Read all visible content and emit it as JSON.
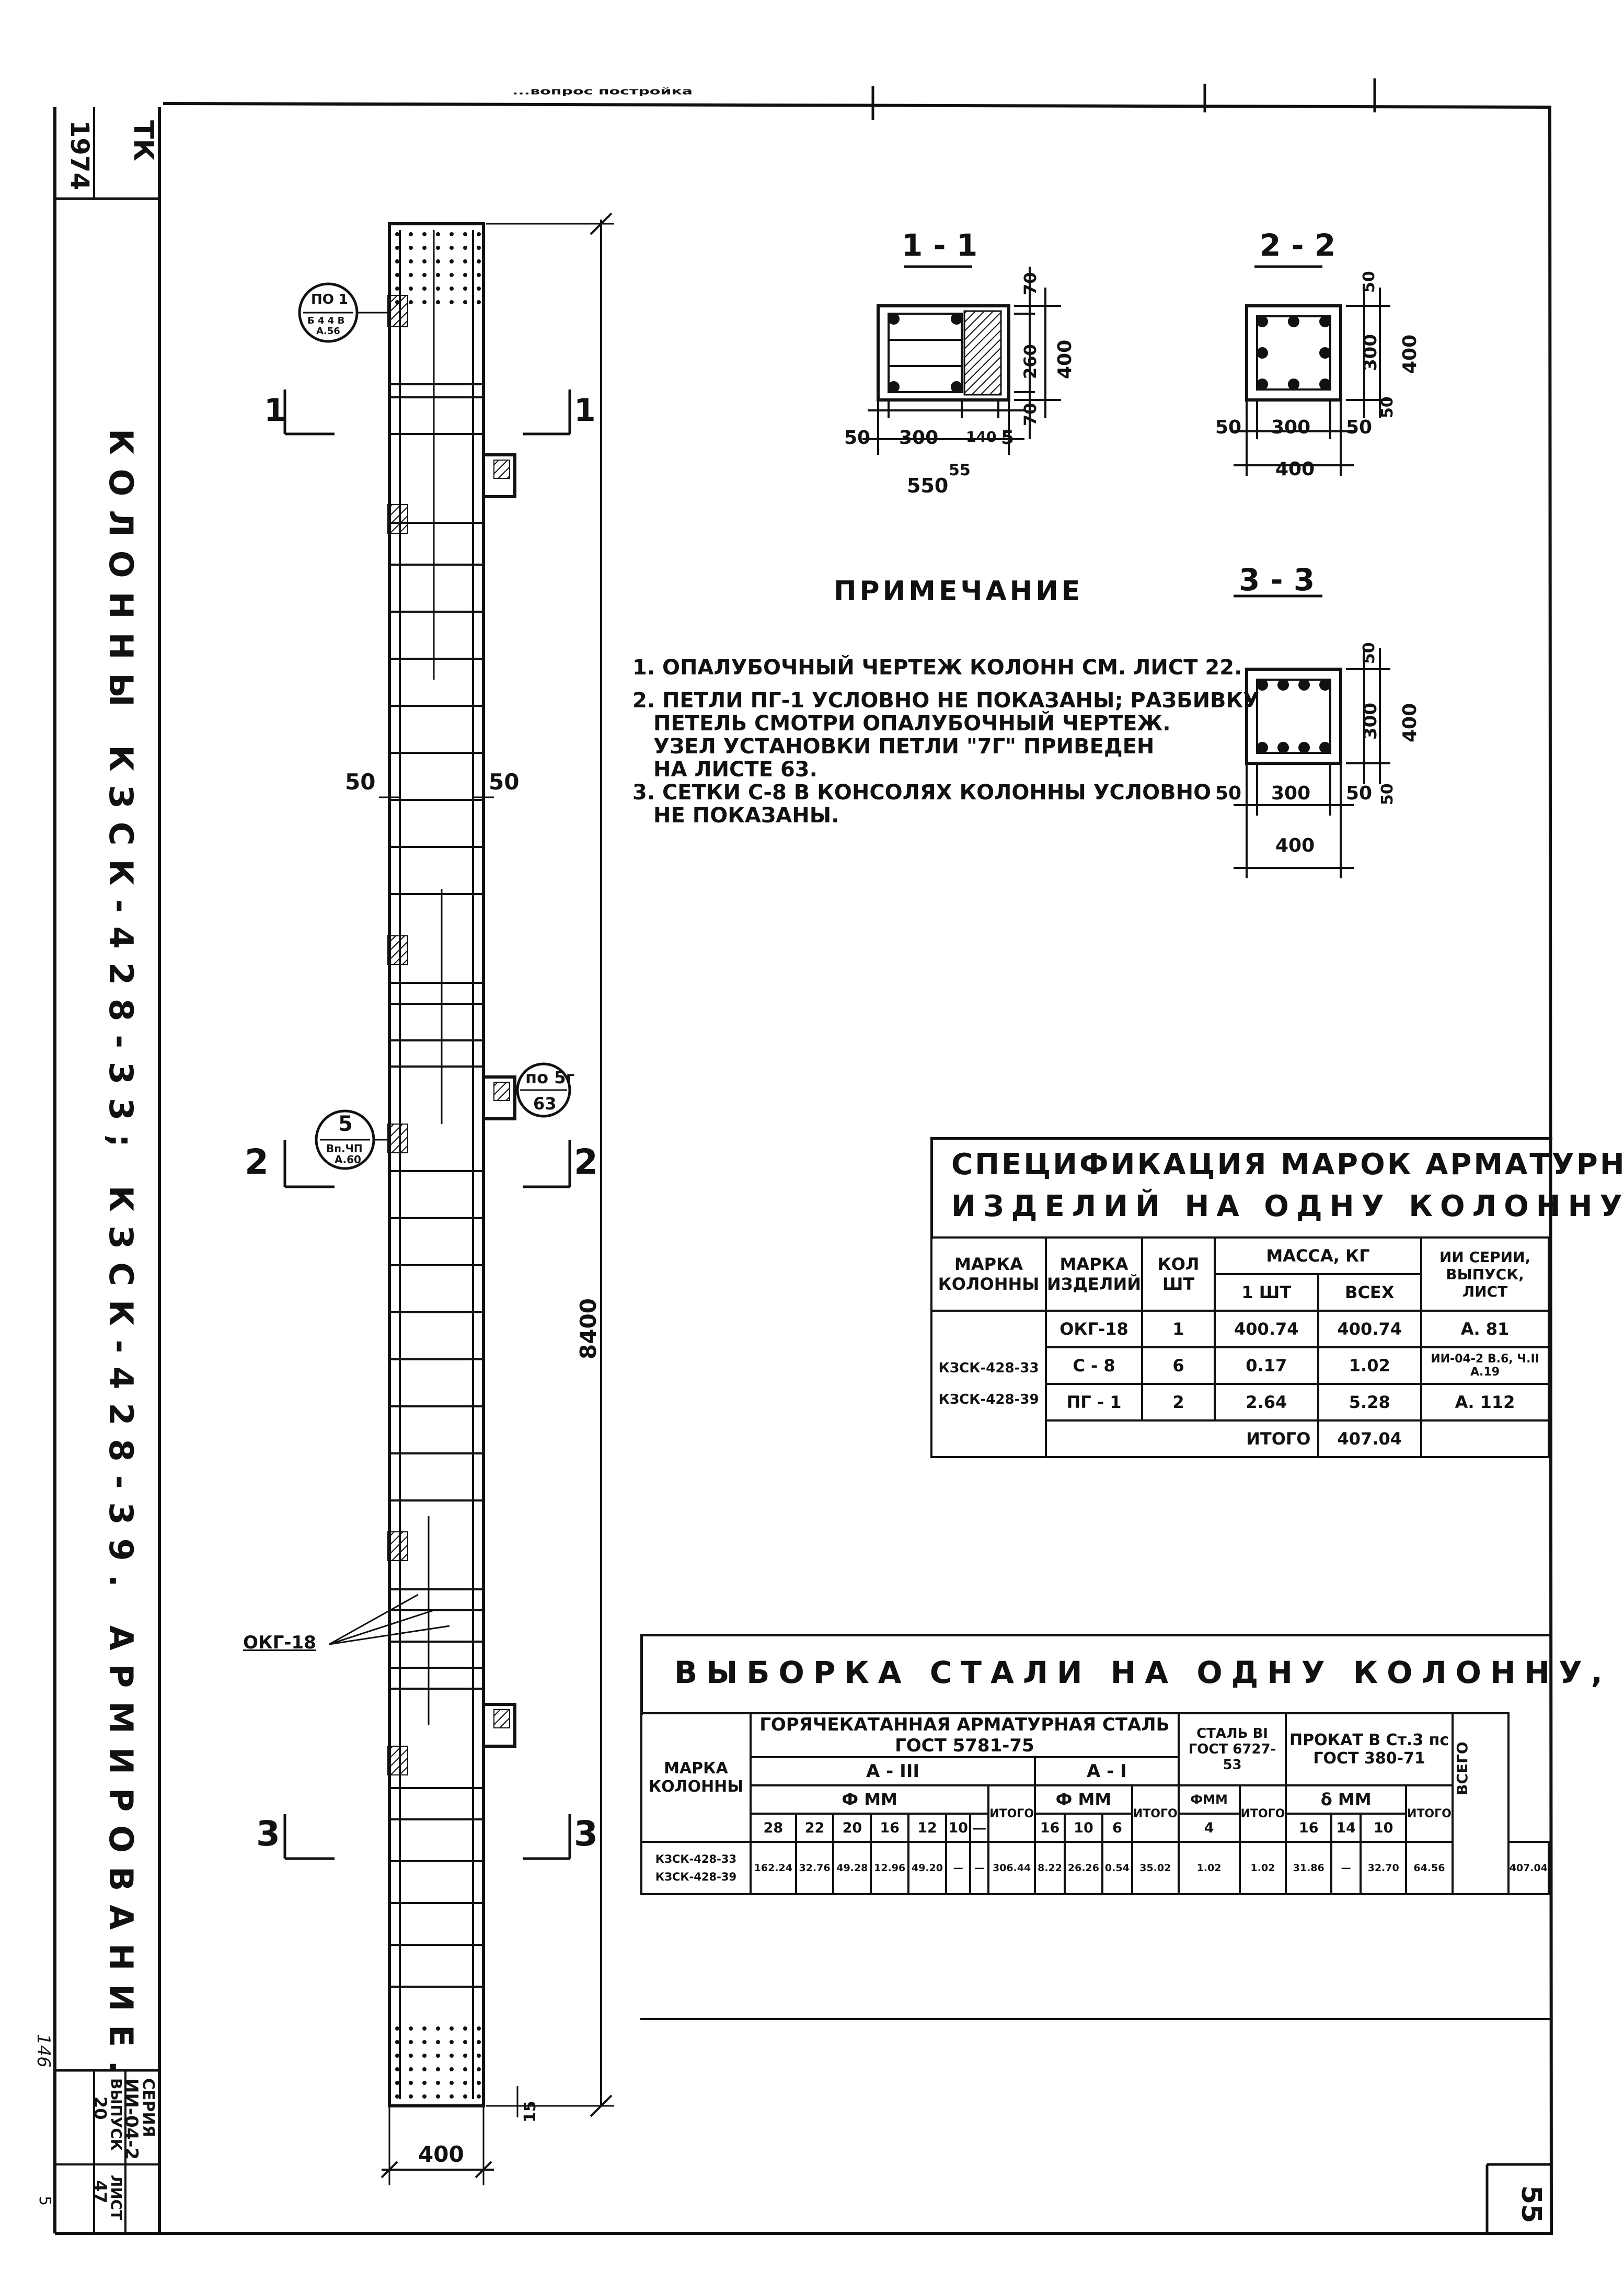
{
  "title_block": {
    "tk": "ТК",
    "year": "1974",
    "main_title": "КОЛОННЫ КЗСК-428-33; КЗСК-428-39. АРМИРОВАНИЕ.",
    "series_label": "СЕРИЯ",
    "series": "ИИ-04-2",
    "issue_label": "ВЫПУСК",
    "issue": "20",
    "sheet_label": "ЛИСТ",
    "sheet": "47",
    "page_number": "55",
    "handwritten": "146",
    "corner_note": "5"
  },
  "top_strip": "...вопрос постройка",
  "elevation": {
    "section_marks": [
      "1",
      "1",
      "2",
      "2",
      "3",
      "3"
    ],
    "height": "8400",
    "width": "400",
    "left_offset": "50",
    "right_offset": "50",
    "bottom_dim": "15",
    "callout_1": {
      "top": "ПО 1",
      "mid": "Б 4 4 В",
      "bottom": "А.56"
    },
    "callout_5": {
      "top": "5",
      "mid": "Вп.ЧП",
      "bottom": "А.60"
    },
    "callout_5g": {
      "top": "по 5г",
      "bottom": "63"
    },
    "okg_label": "ОКГ-18"
  },
  "sections": {
    "s11": {
      "title": "1 - 1",
      "dims": [
        "50",
        "300",
        "140",
        "5",
        "55",
        "550",
        "70",
        "260",
        "400",
        "70"
      ]
    },
    "s22": {
      "title": "2 - 2",
      "dims": [
        "50",
        "300",
        "50",
        "400",
        "50",
        "300",
        "400",
        "50"
      ]
    },
    "s33": {
      "title": "3 - 3",
      "dims": [
        "50",
        "300",
        "50",
        "400",
        "50",
        "300",
        "400",
        "50"
      ]
    }
  },
  "notes": {
    "heading": "ПРИМЕЧАНИЕ",
    "lines": [
      "1. ОПАЛУБОЧНЫЙ ЧЕРТЕЖ КОЛОНН СМ. ЛИСТ 22.",
      "2. ПЕТЛИ ПГ-1 УСЛОВНО НЕ ПОКАЗАНЫ; РАЗБИВКУ",
      "ПЕТЕЛЬ СМОТРИ ОПАЛУБОЧНЫЙ ЧЕРТЕЖ.",
      "УЗЕЛ УСТАНОВКИ ПЕТЛИ \"7Г\" ПРИВЕДЕН",
      "НА ЛИСТЕ 63.",
      "3. СЕТКИ С-8 В КОНСОЛЯХ КОЛОННЫ УСЛОВНО",
      "НЕ ПОКАЗАНЫ."
    ]
  },
  "spec_table": {
    "title_1": "СПЕЦИФИКАЦИЯ МАРОК АРМАТУРНЫХ",
    "title_2": "ИЗДЕЛИЙ НА ОДНУ КОЛОННУ",
    "headers": {
      "col_mark": "МАРКА КОЛОННЫ",
      "item_mark": "МАРКА ИЗДЕЛИЙ",
      "qty": "КОЛ ШТ",
      "mass": "МАССА, КГ",
      "mass_one": "1 ШТ",
      "mass_all": "ВСЕХ",
      "ref": "ИИ СЕРИИ, ВЫПУСК, ЛИСТ"
    },
    "column_marks": [
      "КЗСК-428-33",
      "КЗСК-428-39"
    ],
    "rows": [
      {
        "item": "ОКГ-18",
        "qty": "1",
        "one": "400.74",
        "all": "400.74",
        "ref": "А. 81"
      },
      {
        "item": "С - 8",
        "qty": "6",
        "one": "0.17",
        "all": "1.02",
        "ref": "ИИ-04-2 В.6, Ч.II А.19"
      },
      {
        "item": "ПГ - 1",
        "qty": "2",
        "one": "2.64",
        "all": "5.28",
        "ref": "А. 112"
      }
    ],
    "total_label": "ИТОГО",
    "total": "407.04"
  },
  "steel_table": {
    "title": "ВЫБОРКА СТАЛИ НА ОДНУ КОЛОННУ, КГ",
    "headers": {
      "mark": "МАРКА КОЛОННЫ",
      "hot_rolled": "ГОРЯЧЕКАТАННАЯ АРМАТУРНАЯ СТАЛЬ ГОСТ 5781-75",
      "a3": "А - III",
      "a1": "А - I",
      "wire": "СТАЛЬ ВI ГОСТ 6727-53",
      "rolled": "ПРОКАТ В Ст.3 пс ГОСТ 380-71",
      "total": "ВСЕГО",
      "phi_mm": "Ф ММ",
      "phi_mm_short": "ФММ",
      "delta_mm": "δ ММ",
      "itogo": "ИТОГО"
    },
    "diameters_a3": [
      "28",
      "22",
      "20",
      "16",
      "12",
      "10",
      "—"
    ],
    "diameters_a1": [
      "16",
      "10",
      "6"
    ],
    "diameter_wire": "4",
    "thickness": [
      "16",
      "14",
      "10"
    ],
    "row_marks": [
      "КЗСК-428-33",
      "КЗСК-428-39"
    ],
    "values_a3": [
      "162.24",
      "32.76",
      "49.28",
      "12.96",
      "49.20",
      "—",
      "—"
    ],
    "itogo_a3": "306.44",
    "values_a1": [
      "8.22",
      "26.26",
      "0.54"
    ],
    "itogo_a1": "35.02",
    "value_wire": "1.02",
    "itogo_wire": "1.02",
    "values_rolled": [
      "31.86",
      "—",
      "32.70"
    ],
    "itogo_rolled": "64.56",
    "grand_total": "407.04"
  }
}
